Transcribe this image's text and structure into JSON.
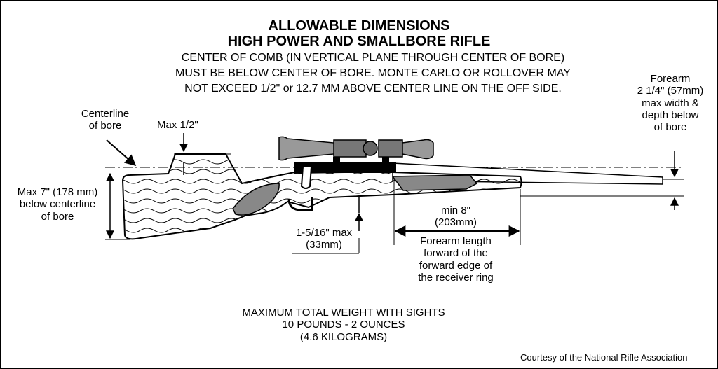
{
  "title": {
    "line1": "ALLOWABLE DIMENSIONS",
    "line2": "HIGH POWER AND SMALLBORE RIFLE"
  },
  "subtitle": {
    "line1": "CENTER OF COMB (IN VERTICAL PLANE THROUGH CENTER OF BORE)",
    "line2": "MUST BE BELOW CENTER OF BORE. MONTE CARLO OR ROLLOVER MAY",
    "line3": "NOT EXCEED 1/2\" or 12.7 MM ABOVE CENTER LINE ON THE OFF SIDE."
  },
  "labels": {
    "centerline": [
      "Centerline",
      "of bore"
    ],
    "max_half": "Max 1/2\"",
    "max7": [
      "Max 7\" (178 mm)",
      "below centerline",
      "of bore"
    ],
    "grip": [
      "1-5/16\" max",
      "(33mm)"
    ],
    "forearm_length": [
      "min 8\"",
      "(203mm)",
      "Forearm length",
      "forward of the",
      "forward edge of",
      "the receiver ring"
    ],
    "forearm_width": [
      "Forearm",
      "2 1/4\" (57mm)",
      "max width &",
      "depth below",
      "of bore"
    ]
  },
  "weight": {
    "line1": "MAXIMUM TOTAL WEIGHT WITH SIGHTS",
    "line2": "10 POUNDS - 2 OUNCES",
    "line3": "(4.6 KILOGRAMS)"
  },
  "credit": "Courtesy of the National Rifle Association"
}
